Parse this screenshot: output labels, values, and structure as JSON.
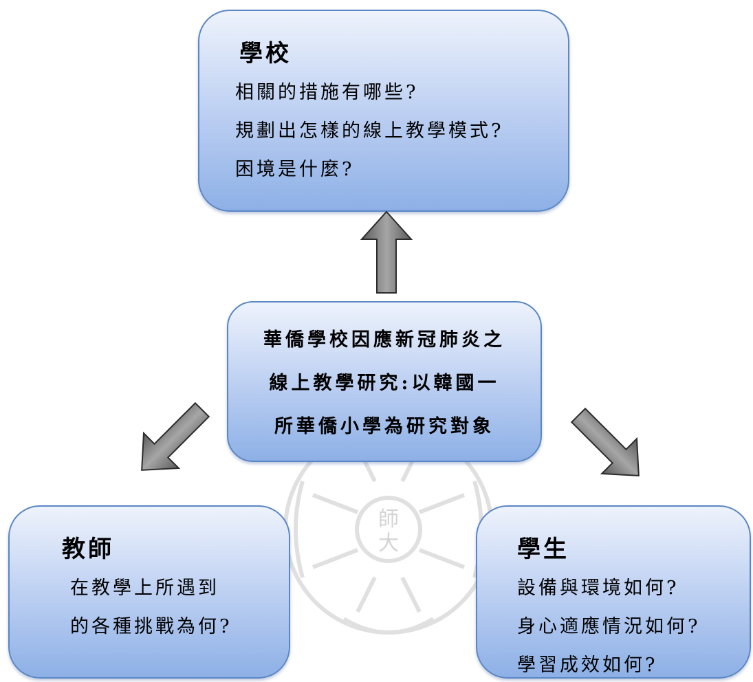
{
  "school": {
    "title": "學校",
    "lines": [
      "相關的措施有哪些?",
      "規劃出怎樣的線上教學模式?",
      "困境是什麼?"
    ]
  },
  "center": {
    "lines": [
      "華僑學校因應新冠肺炎之",
      "線上教學研究:以韓國一",
      "所華僑小學為研究對象"
    ]
  },
  "teacher": {
    "title": "教師",
    "lines": [
      "在教學上所遇到",
      "的各種挑戰為何?"
    ]
  },
  "student": {
    "title": "學生",
    "lines": [
      "設備與環境如何?",
      "身心適應情況如何?",
      "學習成效如何?"
    ]
  },
  "watermark": {
    "text": "師大"
  },
  "colors": {
    "box_border": "#5b86c5",
    "box_fill_top": "#eef3fc",
    "box_fill_bottom": "#8db0e6",
    "arrow": "#808080"
  }
}
